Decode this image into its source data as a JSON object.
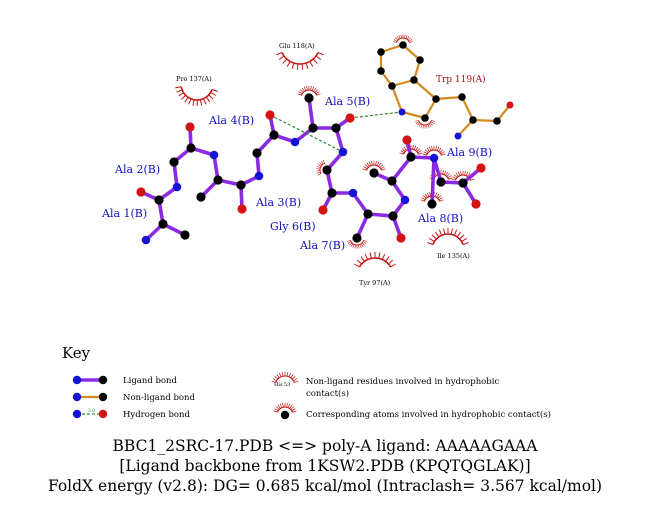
{
  "diagram": {
    "labels": {
      "ala1": "Ala 1(B)",
      "ala2": "Ala 2(B)",
      "ala3": "Ala 3(B)",
      "ala4": "Ala 4(B)",
      "ala5": "Ala 5(B)",
      "gly6": "Gly 6(B)",
      "ala7": "Ala 7(B)",
      "ala8": "Ala 8(B)",
      "ala9": "Ala 9(B)",
      "glu118": "Glu 118(A)",
      "pro137": "Pro 137(A)",
      "trp119": "Trp 119(A)",
      "ile135": "Ile 135(A)",
      "tyr97": "Tyr 97(A)"
    }
  },
  "key": {
    "title": "Key",
    "ligand_bond": "Ligand bond",
    "nonligand_bond": "Non-ligand bond",
    "hydrogen_bond": "Hydrogen bond",
    "hbond_length": "3.0",
    "his_label": "His 53",
    "nonligand_residues_1": "Non-ligand residues involved in hydrophobic",
    "nonligand_residues_2": "contact(s)",
    "corresponding_atoms": "Corresponding atoms involved in hydrophobic contact(s)"
  },
  "caption": {
    "line1": "BBC1_2SRC-17.PDB <=> poly-A ligand: AAAAAGAAA",
    "line2": "[Ligand backbone from 1KSW2.PDB (KPQTQGLAK)]",
    "line3": "FoldX energy (v2.8): DG= 0.685 kcal/mol (Intraclash= 3.567 kcal/mol)"
  },
  "colors": {
    "ligand_bond": "#8a2be2",
    "nonligand_bond": "#d4891f",
    "hbond": "#2e8b2e",
    "carbon": "#000000",
    "nitrogen": "#1414d4",
    "oxygen": "#d41414",
    "hydrophobic_arc": "#c81414",
    "residue_blue": "#1010c8",
    "residue_red": "#b01010"
  }
}
